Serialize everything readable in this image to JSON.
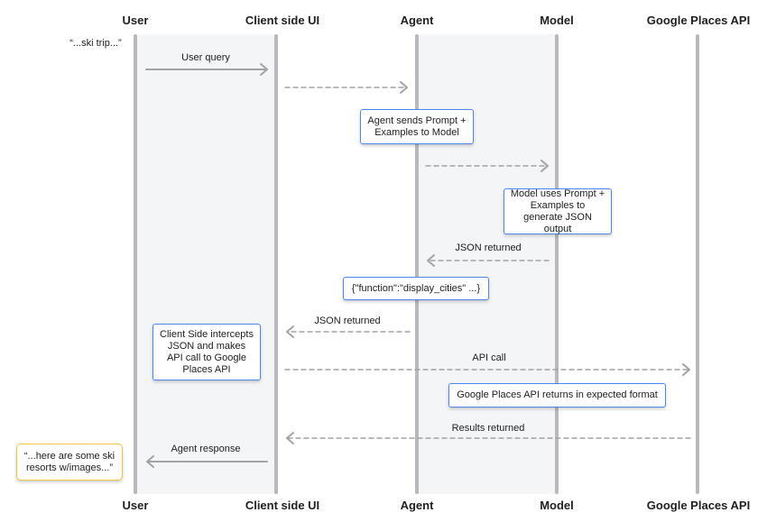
{
  "participants": {
    "user": "User",
    "client": "Client side UI",
    "agent": "Agent",
    "model": "Model",
    "places": "Google Places API"
  },
  "quotes": {
    "user_input": "“...ski trip...”",
    "agent_response": "“...here are some ski resorts w/images...”"
  },
  "messages": {
    "user_query": "User query",
    "json_returned_model": "JSON returned",
    "json_returned_client": "JSON returned",
    "api_call": "API call",
    "results_returned": "Results returned",
    "agent_response": "Agent response"
  },
  "notes": {
    "agent_sends": "Agent sends Prompt + Examples to Model",
    "model_uses": "Model uses Prompt + Examples to generate JSON output",
    "function_call": "{\"function\":\"display_cities\" ...}",
    "client_intercepts": "Client Side intercepts JSON and makes API call to Google Places API",
    "places_returns": "Google Places API returns in expected format"
  },
  "colors": {
    "lane_line": "#b7b9bc",
    "lane_shade": "#f4f5f7",
    "arrow_gray": "#a0a3a7",
    "note_border_blue": "#4f86ea",
    "note_border_yellow": "#f6c444"
  }
}
